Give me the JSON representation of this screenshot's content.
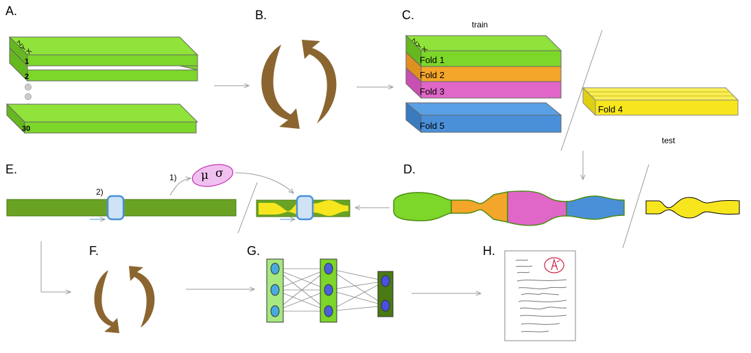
{
  "panels": {
    "a": "A.",
    "b": "B.",
    "c": "C.",
    "d": "D.",
    "e": "E.",
    "f": "F.",
    "g": "G.",
    "h": "H."
  },
  "slabs": {
    "first": "1",
    "second": "2",
    "last": "30"
  },
  "axes": {
    "z": "Z",
    "y": "Y",
    "x": "X"
  },
  "folds": {
    "train_label": "train",
    "test_label": "test",
    "fold1": "Fold 1",
    "fold2": "Fold 2",
    "fold3": "Fold 3",
    "fold4": "Fold 4",
    "fold5": "Fold 5"
  },
  "normalization": {
    "step1": "1)",
    "step2": "2)",
    "mu": "μ",
    "sigma": "σ"
  },
  "colors": {
    "green": "#7dd62a",
    "dark_green": "#6aa324",
    "orange": "#f4a62a",
    "magenta": "#e066c8",
    "blue": "#4a90d9",
    "yellow": "#f7e61e",
    "brown": "#8b6530",
    "light_blue": "#cfe3f5",
    "pink": "#f0c0f0"
  }
}
